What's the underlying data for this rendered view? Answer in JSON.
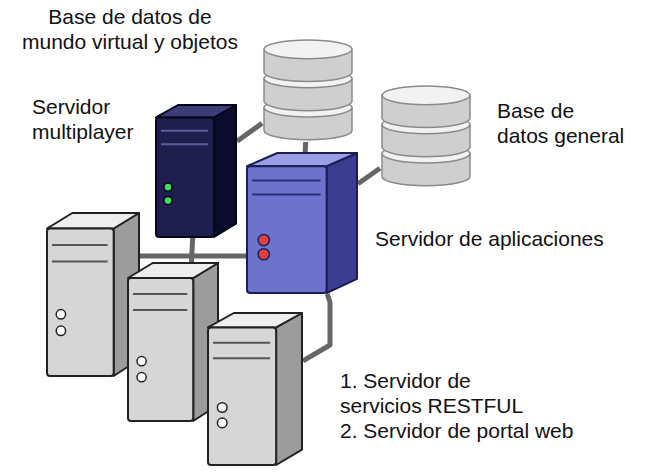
{
  "diagram": {
    "nodes": [
      {
        "text": [
          "Base de datos de mundo virtual y objetos"
        ]
      },
      {
        "text": [
          "Base de datos general"
        ]
      },
      {
        "text": [
          "Servidor multiplayer"
        ]
      },
      {
        "text": [
          "Servidor de aplicaciones"
        ]
      },
      {
        "text": [
          "1. Servidor de servicios RESTFUL",
          "2. Servidor de portal web"
        ]
      }
    ],
    "edges": [
      {
        "from": 2,
        "to": 0,
        "arrow": "none"
      },
      {
        "from": 3,
        "to": 0,
        "arrow": "none"
      },
      {
        "from": 3,
        "to": 1,
        "arrow": "none"
      },
      {
        "from": 4,
        "to": 2,
        "arrow": "none"
      },
      {
        "from": 4,
        "to": 3,
        "arrow": "none"
      }
    ]
  }
}
